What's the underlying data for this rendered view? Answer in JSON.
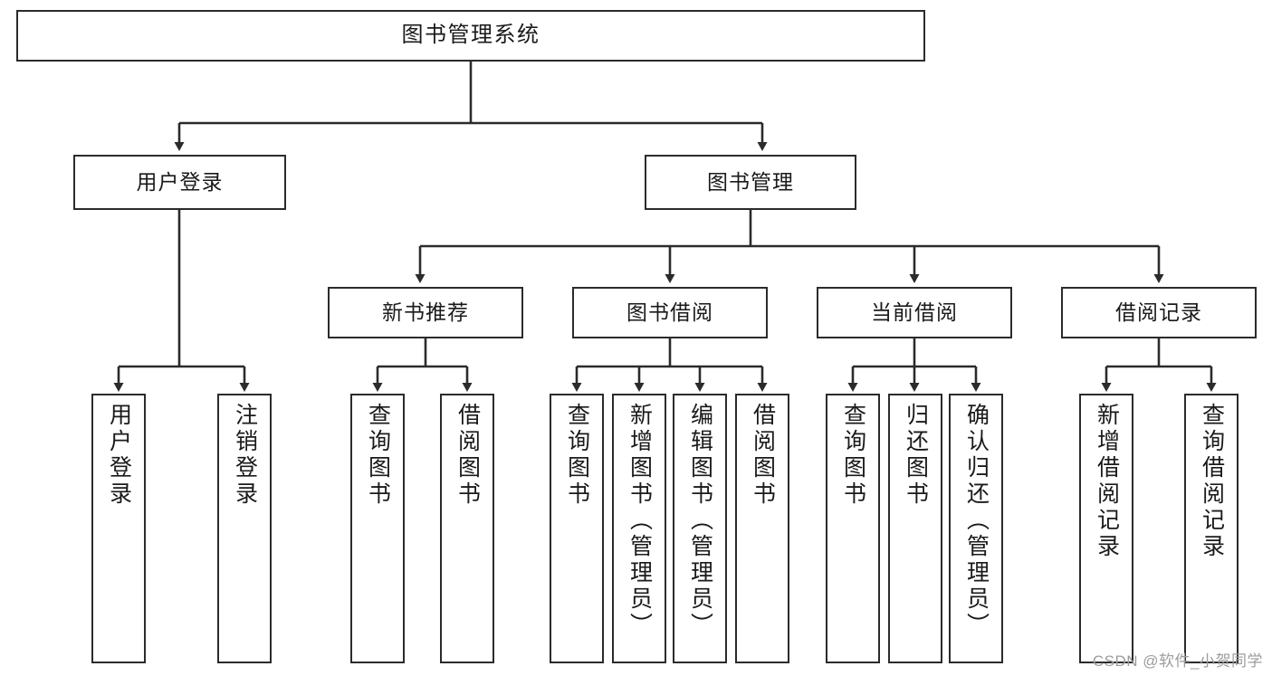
{
  "diagram": {
    "type": "tree-hierarchy",
    "title": "图书管理系统",
    "watermark": "CSDN @软件_小贺同学",
    "colors": {
      "box_border": "#2b2b2b",
      "box_fill": "#ffffff",
      "edge": "#2b2b2b",
      "text": "#1a1a1a",
      "watermark": "#9c9c9c",
      "background": "#ffffff"
    },
    "levels": {
      "root": "图书管理系统",
      "level2": [
        "用户登录",
        "图书管理"
      ],
      "level3": [
        "新书推荐",
        "图书借阅",
        "当前借阅",
        "借阅记录"
      ],
      "leaves": [
        "用户登录",
        "注销登录",
        "查询图书",
        "借阅图书",
        "查询图书",
        "新增图书（管理员）",
        "编辑图书（管理员）",
        "借阅图书",
        "查询图书",
        "归还图书",
        "确认归还（管理员）",
        "新增借阅记录",
        "查询借阅记录"
      ]
    },
    "nodes": {
      "root": {
        "label": "图书管理系统"
      },
      "user_login": {
        "label": "用户登录"
      },
      "book_manage": {
        "label": "图书管理"
      },
      "new_book_rec": {
        "label": "新书推荐"
      },
      "book_borrow": {
        "label": "图书借阅"
      },
      "current_borrow": {
        "label": "当前借阅"
      },
      "borrow_record": {
        "label": "借阅记录"
      },
      "leaf_user_login": {
        "label": "用户登录"
      },
      "leaf_logout": {
        "label": "注销登录"
      },
      "leaf_query_book_a": {
        "label": "查询图书"
      },
      "leaf_borrow_book_a": {
        "label": "借阅图书"
      },
      "leaf_query_book_b": {
        "label": "查询图书"
      },
      "leaf_add_book": {
        "label": "新增图书（管理员）"
      },
      "leaf_edit_book": {
        "label": "编辑图书（管理员）"
      },
      "leaf_borrow_book_b": {
        "label": "借阅图书"
      },
      "leaf_query_book_c": {
        "label": "查询图书"
      },
      "leaf_return_book": {
        "label": "归还图书"
      },
      "leaf_confirm_return": {
        "label": "确认归还（管理员）"
      },
      "leaf_add_record": {
        "label": "新增借阅记录"
      },
      "leaf_query_record": {
        "label": "查询借阅记录"
      }
    },
    "edges": [
      {
        "from": "root",
        "to": "user_login"
      },
      {
        "from": "root",
        "to": "book_manage"
      },
      {
        "from": "user_login",
        "to": "leaf_user_login"
      },
      {
        "from": "user_login",
        "to": "leaf_logout"
      },
      {
        "from": "book_manage",
        "to": "new_book_rec"
      },
      {
        "from": "book_manage",
        "to": "book_borrow"
      },
      {
        "from": "book_manage",
        "to": "current_borrow"
      },
      {
        "from": "book_manage",
        "to": "borrow_record"
      },
      {
        "from": "new_book_rec",
        "to": "leaf_query_book_a"
      },
      {
        "from": "new_book_rec",
        "to": "leaf_borrow_book_a"
      },
      {
        "from": "book_borrow",
        "to": "leaf_query_book_b"
      },
      {
        "from": "book_borrow",
        "to": "leaf_add_book"
      },
      {
        "from": "book_borrow",
        "to": "leaf_edit_book"
      },
      {
        "from": "book_borrow",
        "to": "leaf_borrow_book_b"
      },
      {
        "from": "current_borrow",
        "to": "leaf_query_book_c"
      },
      {
        "from": "current_borrow",
        "to": "leaf_return_book"
      },
      {
        "from": "current_borrow",
        "to": "leaf_confirm_return"
      },
      {
        "from": "borrow_record",
        "to": "leaf_add_record"
      },
      {
        "from": "borrow_record",
        "to": "leaf_query_record"
      }
    ]
  }
}
